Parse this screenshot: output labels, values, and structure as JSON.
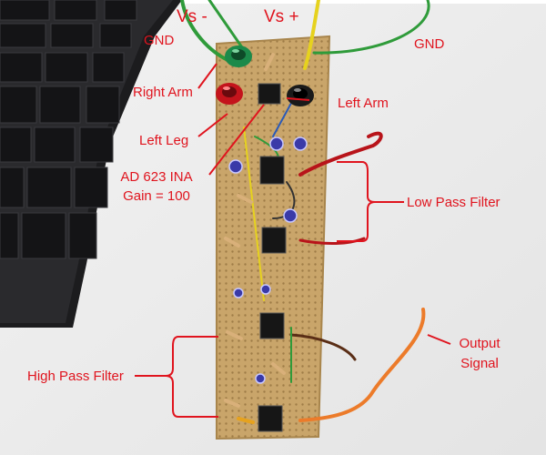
{
  "labels": {
    "vs_minus": "Vs -",
    "vs_plus": "Vs +",
    "gnd_left": "GND",
    "gnd_right": "GND",
    "right_arm": "Right Arm",
    "left_arm": "Left Arm",
    "left_leg": "Left Leg",
    "ina_line1": "AD 623 INA",
    "ina_line2": "Gain = 100",
    "low_pass_filter": "Low Pass Filter",
    "high_pass_filter": "High Pass Filter",
    "output_line1": "Output",
    "output_line2": "Signal"
  },
  "colors": {
    "annotation": "#e0141e",
    "board": "#c9a56a",
    "jack_green": "#1c8a4a",
    "jack_red": "#c4141c",
    "jack_black": "#1a1a1a",
    "wire_green": "#2f9b3a",
    "wire_yellow": "#e6d21e",
    "wire_red": "#b8141a",
    "wire_orange": "#ec7b2a",
    "wire_brown": "#5a2e16"
  },
  "icons": [
    "green-banana-jack-icon",
    "red-banana-jack-icon",
    "black-banana-jack-icon",
    "ic-chip-icon",
    "capacitor-icon",
    "resistor-icon"
  ]
}
